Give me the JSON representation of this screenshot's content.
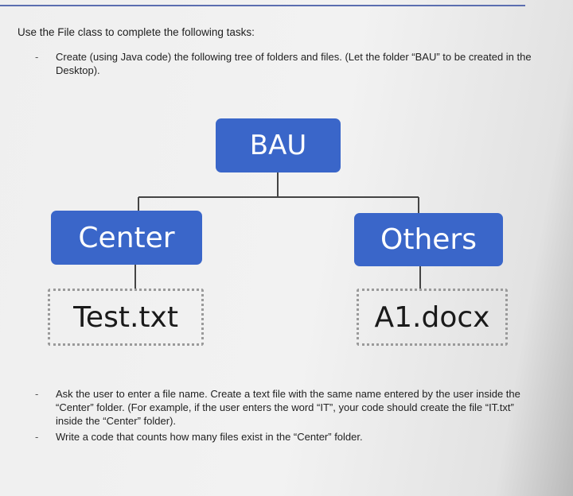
{
  "intro": "Use the File class to complete the following tasks:",
  "bullet": "-",
  "tasks": [
    "Create (using Java code) the following tree of folders and files. (Let the folder “BAU” to be created in the Desktop).",
    "Ask the user to enter a file name. Create a text file with the same name entered by the user inside the “Center” folder. (For example, if the user enters the word “IT”, your code should create the file “IT.txt” inside the “Center” folder).",
    "Write a code that counts how many files exist in the “Center” folder."
  ],
  "tree": {
    "root": "BAU",
    "left_folder": "Center",
    "right_folder": "Others",
    "left_file": "Test.txt",
    "right_file": "A1.docx"
  },
  "colors": {
    "folder_fill": "#3a66c9",
    "connector": "#444444",
    "file_border": "#9a9a9a"
  }
}
